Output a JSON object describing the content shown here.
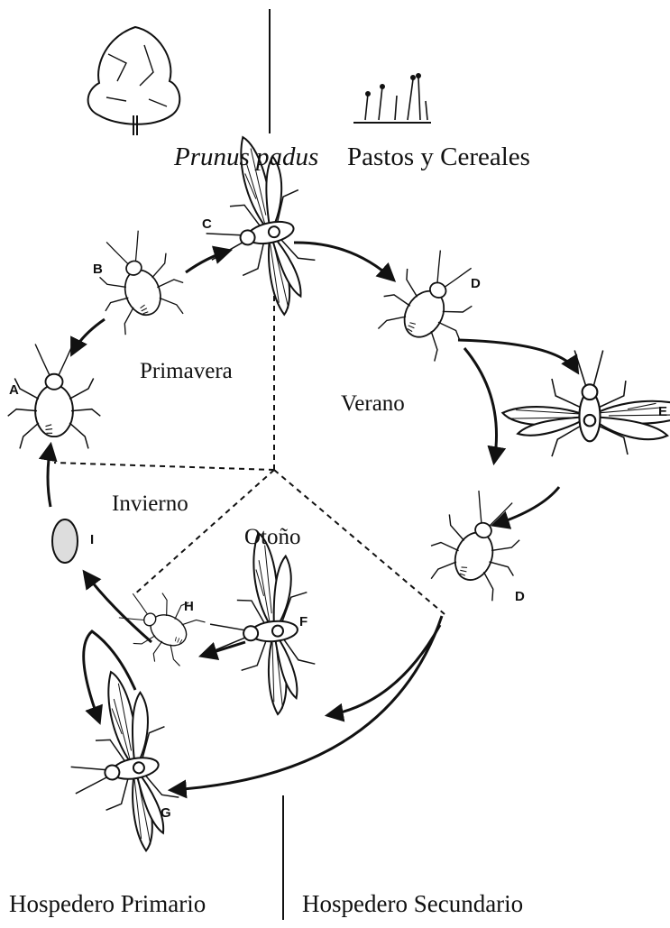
{
  "hosts": {
    "top_left": "Prunus padus",
    "top_right": "Pastos y Cereales",
    "bottom_left": "Hospedero Primario",
    "bottom_right": "Hospedero Secundario"
  },
  "seasons": {
    "spring": "Primavera",
    "summer": "Verano",
    "autumn": "Otoño",
    "winter": "Invierno"
  },
  "stages": {
    "a": "A",
    "b": "B",
    "c": "C",
    "d_top": "D",
    "e": "E",
    "d_bottom": "D",
    "f": "F",
    "g": "G",
    "h": "H",
    "i": "I"
  },
  "icons": [
    "tree-icon",
    "grass-icon",
    "aphid-icon",
    "winged-aphid-icon",
    "egg-icon",
    "arrow-icon"
  ]
}
